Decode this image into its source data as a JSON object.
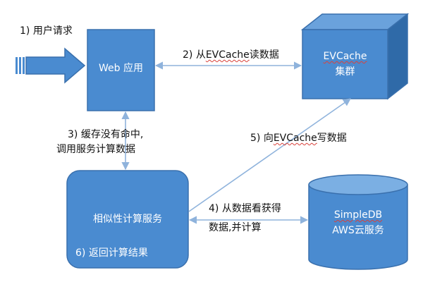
{
  "labels": {
    "step1": "1) 用户请求",
    "step2_prefix": "2) 从",
    "step2_brand": "EVCache",
    "step2_suffix": "读数据",
    "step3_line1": "3) 缓存没有命中,",
    "step3_line2": "调用服务计算数据",
    "step4_line1": "4) 从数据看获得",
    "step4_line2": "数据,并计算",
    "step5_prefix": "5) 向",
    "step5_brand": "EVCache",
    "step5_suffix": "写数据"
  },
  "nodes": {
    "web": "Web 应用",
    "evcache_line1": "EVCache",
    "evcache_line2": "集群",
    "service": "相似性计算服务",
    "service_note": "6) 返回计算结果",
    "db_line1": "SimpleDB",
    "db_line2": "AWS云服务"
  },
  "colors": {
    "fill": "#4a8bd0",
    "stroke": "#3a70ad",
    "cube_top": "#6aa2dc",
    "cube_side": "#2f6aa8",
    "db_top": "#7bafe3",
    "arrow": "#8fb3dc"
  }
}
